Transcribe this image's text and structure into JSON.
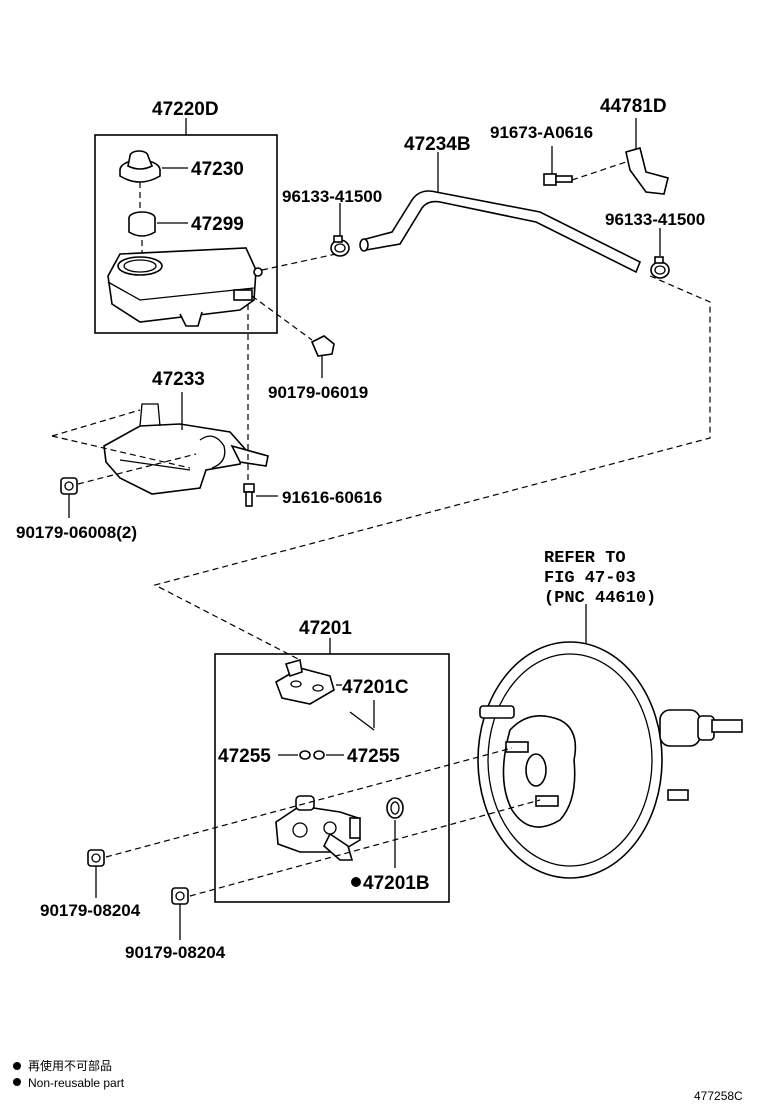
{
  "labels": {
    "reservoir_assy": "47220D",
    "cap": "47230",
    "strainer": "47299",
    "hose": "47234B",
    "clamp_left": "96133-41500",
    "clamp_right": "96133-41500",
    "bolt_top": "91673-A0616",
    "bracket_top": "44781D",
    "bracket": "47233",
    "nut_clip": "90179-06019",
    "nut_bracket": "90179-06008(2)",
    "bolt_bracket": "91616-60616",
    "refer_1": "REFER TO",
    "refer_2": "FIG 47-03",
    "refer_3": "(PNC 44610)",
    "master_cyl_assy": "47201",
    "grommet_set": "47201C",
    "grommet_l": "47255",
    "grommet_r": "47255",
    "oring": "47201B",
    "nut_upper": "90179-08204",
    "nut_lower": "90179-08204"
  },
  "legend": {
    "japanese": "再使用不可部品",
    "english": "Non-reusable part"
  },
  "figure_id": "477258C",
  "colors": {
    "ink": "#000000",
    "paper": "#ffffff"
  }
}
